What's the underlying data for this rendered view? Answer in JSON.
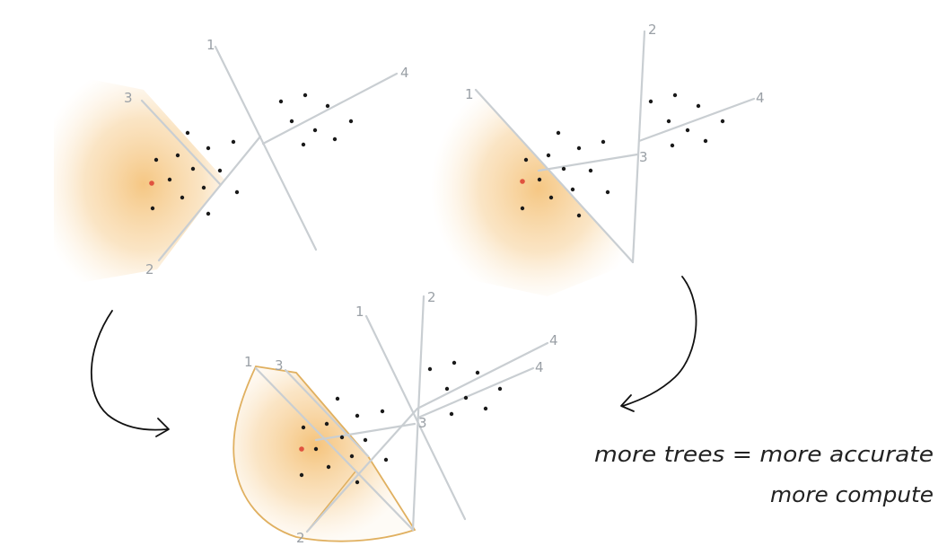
{
  "colors": {
    "line": "#c9ced2",
    "label": "#9aa0a6",
    "point": "#1a1a1a",
    "query_point": "#e0523f",
    "region_glow": "#f2b45a",
    "region_outline": "#e0b060",
    "ink": "#222222"
  },
  "trees": {
    "tree_a": {
      "labels": [
        "1",
        "2",
        "3",
        "4"
      ]
    },
    "tree_b": {
      "labels": [
        "1",
        "2",
        "3",
        "4"
      ]
    },
    "combined": {
      "labels": [
        "1",
        "2",
        "3",
        "4",
        "3",
        "4",
        "1",
        "2"
      ]
    }
  },
  "annotation": {
    "line1": "more trees = more accurate",
    "line2": "more compute"
  }
}
